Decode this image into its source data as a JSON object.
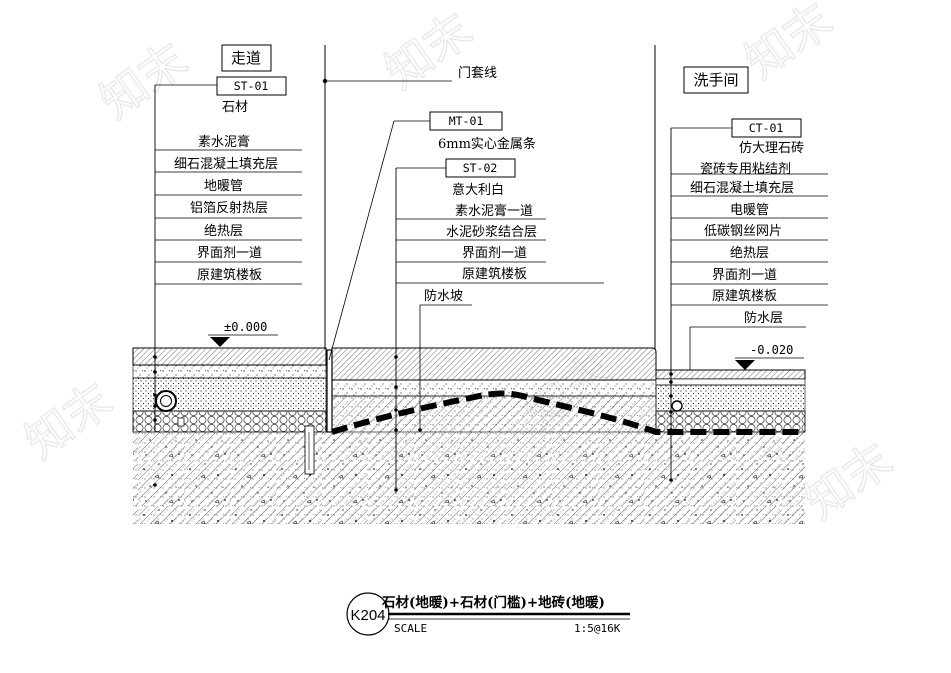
{
  "rooms": {
    "left": "走道",
    "right": "洗手间"
  },
  "watermark": "知末",
  "door_frame_line": "门套线",
  "left_stack": {
    "code": "ST-01",
    "layers": [
      "石材",
      "素水泥膏",
      "细石混凝土填充层",
      "地暖管",
      "铝箔反射热层",
      "绝热层",
      "界面剂一道",
      "原建筑楼板"
    ]
  },
  "threshold": {
    "code": "MT-01",
    "label": "6mm实心金属条"
  },
  "middle_stack": {
    "code": "ST-02",
    "layers": [
      "意大利白",
      "素水泥膏一道",
      "水泥砂浆结合层",
      "界面剂一道",
      "原建筑楼板",
      "防水坡"
    ]
  },
  "right_stack": {
    "code": "CT-01",
    "layers": [
      "仿大理石砖",
      "瓷砖专用粘结剂",
      "细石混凝土填充层",
      "电暖管",
      "低碳钢丝网片",
      "绝热层",
      "界面剂一道",
      "原建筑楼板",
      "防水层"
    ]
  },
  "levels": {
    "left": "±0.000",
    "right": "-0.020"
  },
  "title_block": {
    "id": "K204",
    "title": "石材(地暖)+石材(门槛)+地砖(地暖)",
    "scale_label": "SCALE",
    "scale_value": "1:5@16K"
  }
}
